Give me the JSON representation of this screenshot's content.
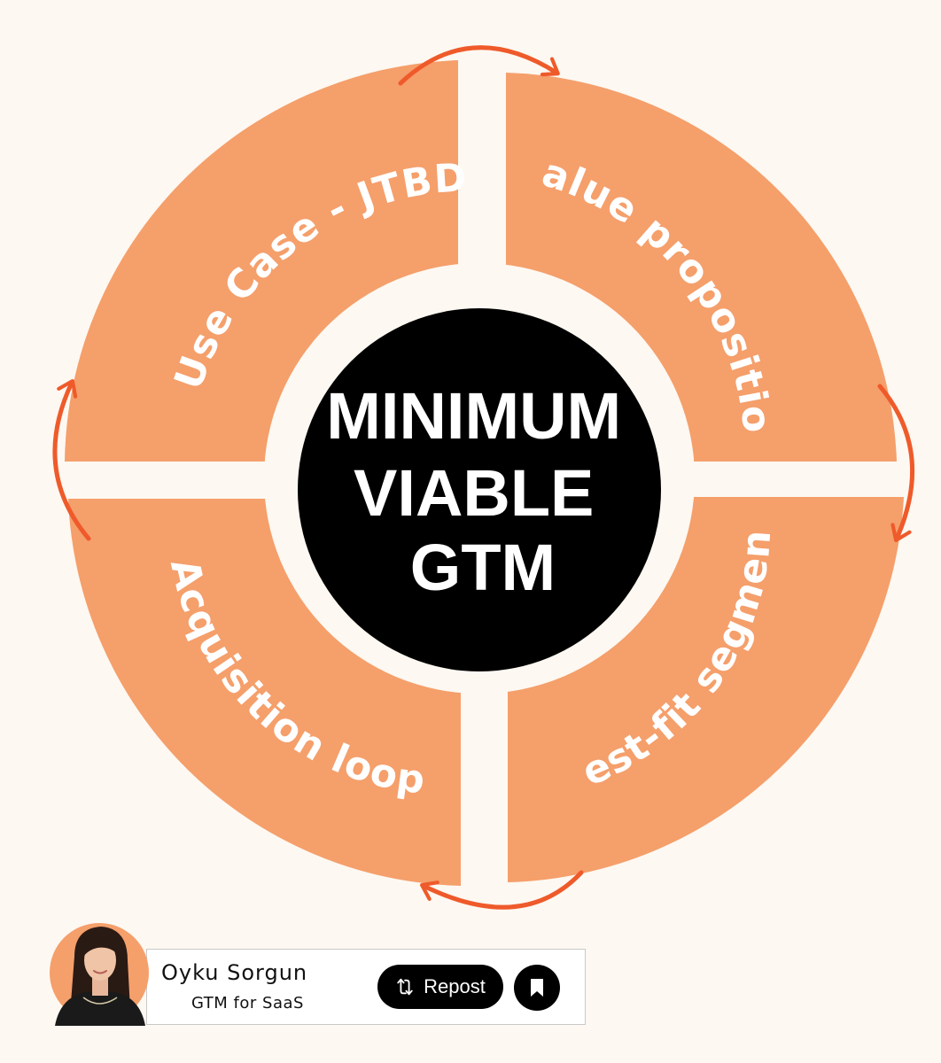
{
  "diagram": {
    "center_lines": [
      "MINIMUM",
      "VIABLE",
      "GTM"
    ],
    "quadrants": [
      {
        "label": "Use Case - JTBD"
      },
      {
        "label": "Value proposition"
      },
      {
        "label": "Best-fit segment"
      },
      {
        "label": "Acquisition loop"
      }
    ],
    "colors": {
      "background": "#fdf8f1",
      "quadrant": "#f59f6b",
      "arrow": "#ef5a2b",
      "center": "#000000",
      "text": "#ffffff"
    }
  },
  "author": {
    "name": "Oyku Sorgun",
    "role": "GTM for SaaS",
    "avatar_icon": "person-avatar"
  },
  "actions": {
    "repost_label": "Repost",
    "repost_icon": "repost-icon",
    "bookmark_icon": "bookmark-icon"
  }
}
